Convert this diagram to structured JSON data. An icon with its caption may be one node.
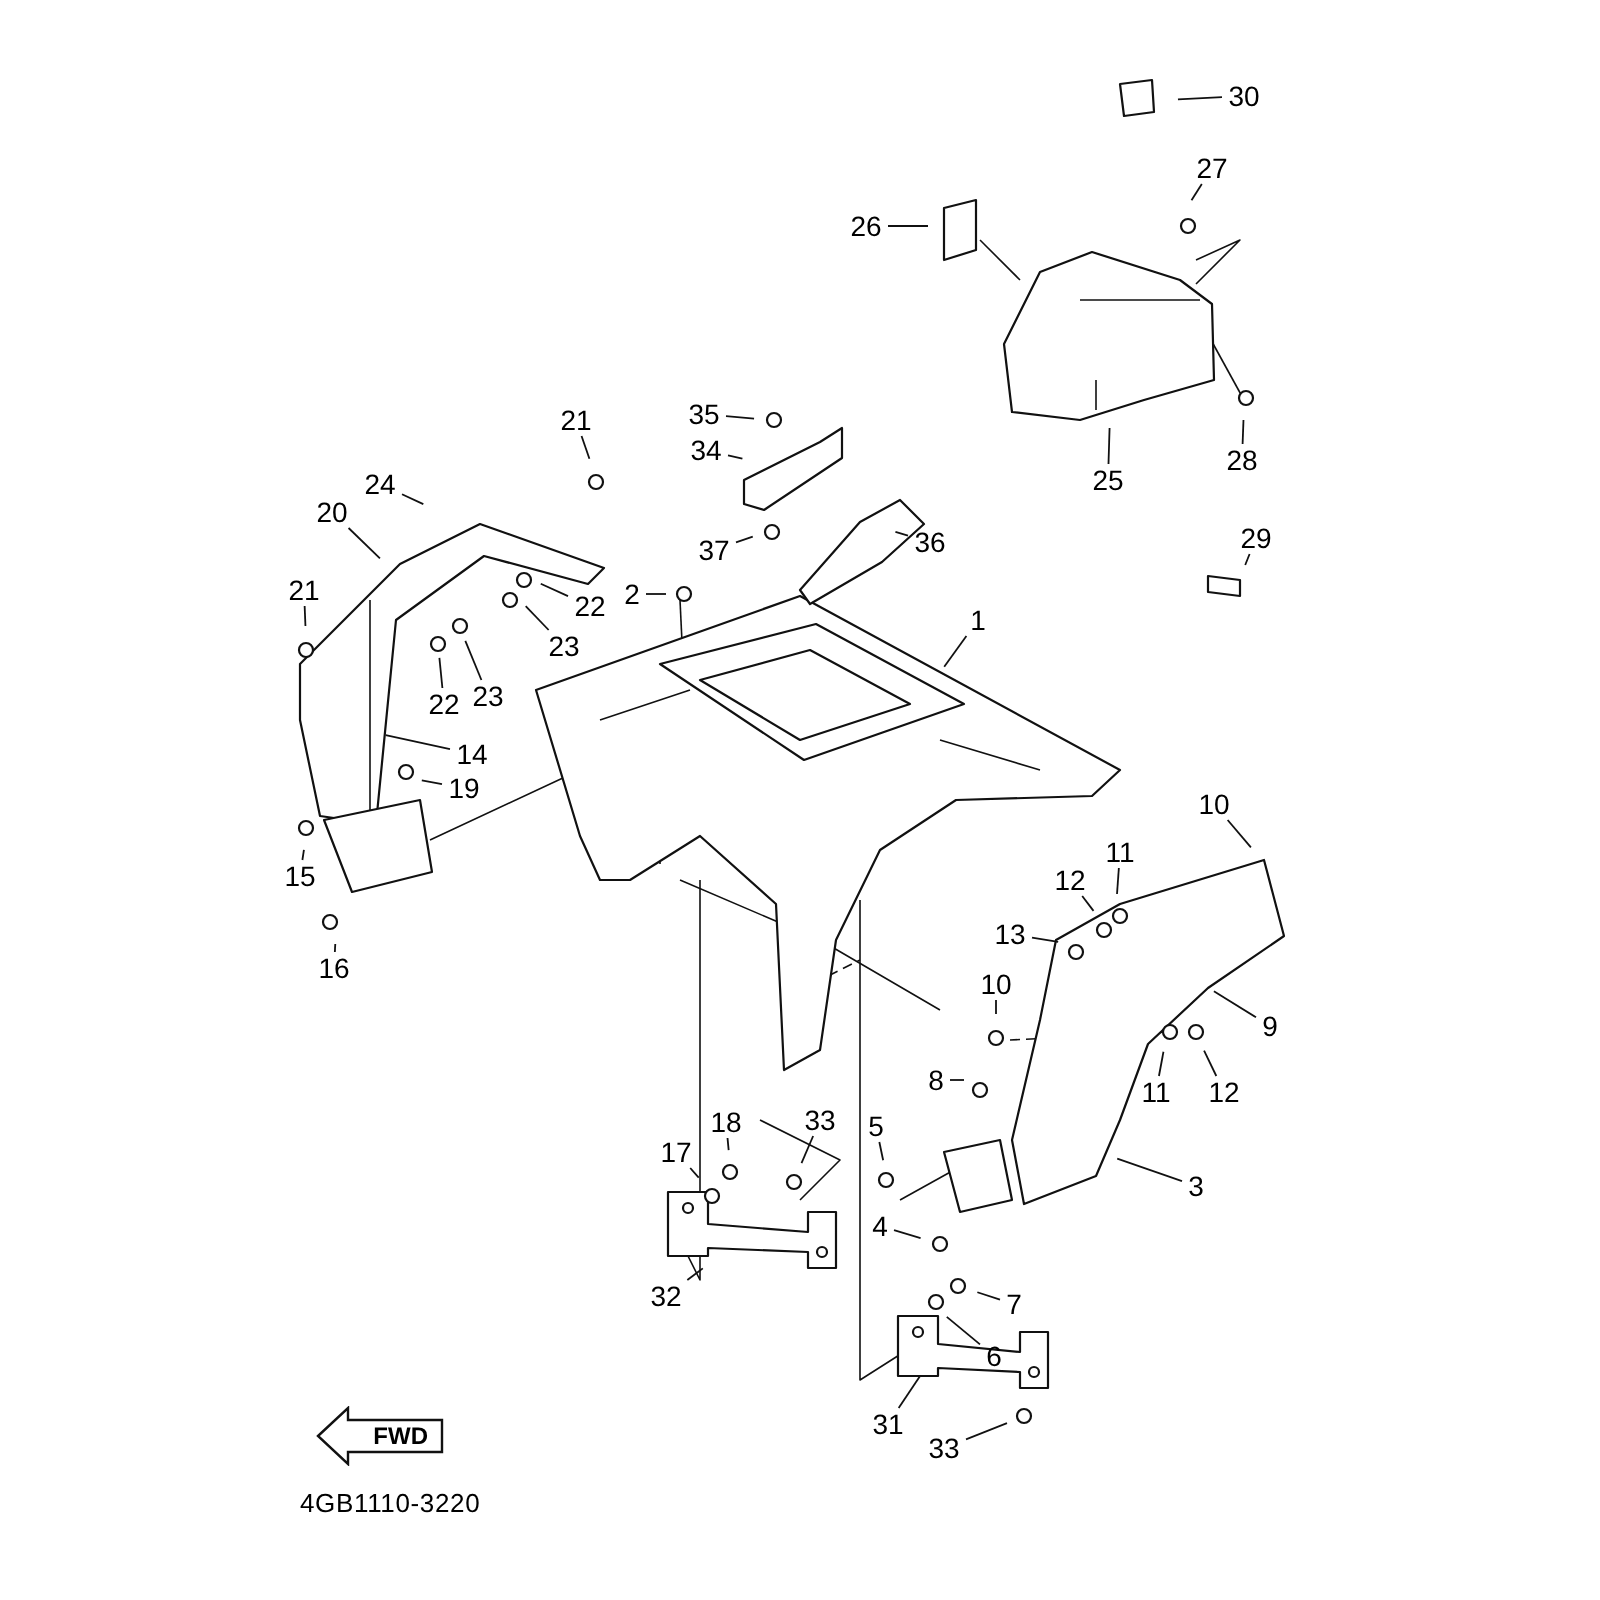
{
  "diagram": {
    "nodes": [
      {
        "text": [
          "30"
        ]
      },
      {
        "text": [
          "27"
        ]
      },
      {
        "text": [
          "26"
        ]
      },
      {
        "text": [
          "21"
        ]
      },
      {
        "text": [
          "35"
        ]
      },
      {
        "text": [
          "34"
        ]
      },
      {
        "text": [
          "25"
        ]
      },
      {
        "text": [
          "28"
        ]
      },
      {
        "text": [
          "24"
        ]
      },
      {
        "text": [
          "20"
        ]
      },
      {
        "text": [
          "29"
        ]
      },
      {
        "text": [
          "37"
        ]
      },
      {
        "text": [
          "36"
        ]
      },
      {
        "text": [
          "21"
        ]
      },
      {
        "text": [
          "2"
        ]
      },
      {
        "text": [
          "22"
        ]
      },
      {
        "text": [
          "1"
        ]
      },
      {
        "text": [
          "23"
        ]
      },
      {
        "text": [
          "23"
        ]
      },
      {
        "text": [
          "22"
        ]
      },
      {
        "text": [
          "14"
        ]
      },
      {
        "text": [
          "19"
        ]
      },
      {
        "text": [
          "10"
        ]
      },
      {
        "text": [
          "11"
        ]
      },
      {
        "text": [
          "12"
        ]
      },
      {
        "text": [
          "15"
        ]
      },
      {
        "text": [
          "13"
        ]
      },
      {
        "text": [
          "16"
        ]
      },
      {
        "text": [
          "10"
        ]
      },
      {
        "text": [
          "9"
        ]
      },
      {
        "text": [
          "8"
        ]
      },
      {
        "text": [
          "11"
        ]
      },
      {
        "text": [
          "12"
        ]
      },
      {
        "text": [
          "33"
        ]
      },
      {
        "text": [
          "18"
        ]
      },
      {
        "text": [
          "5"
        ]
      },
      {
        "text": [
          "17"
        ]
      },
      {
        "text": [
          "3"
        ]
      },
      {
        "text": [
          "4"
        ]
      },
      {
        "text": [
          "32"
        ]
      },
      {
        "text": [
          "7"
        ]
      },
      {
        "text": [
          "6"
        ]
      },
      {
        "text": [
          "31"
        ]
      },
      {
        "text": [
          "33"
        ]
      },
      {
        "text": [
          "FWD"
        ]
      }
    ],
    "edges": [
      {
        "from": 0,
        "to": null,
        "arrow": "none"
      },
      {
        "from": 1,
        "to": null,
        "arrow": "none"
      },
      {
        "from": 2,
        "to": null,
        "arrow": "none"
      },
      {
        "from": 3,
        "to": null,
        "arrow": "none"
      },
      {
        "from": 4,
        "to": null,
        "arrow": "none"
      },
      {
        "from": 5,
        "to": null,
        "arrow": "none"
      },
      {
        "from": 6,
        "to": null,
        "arrow": "none"
      },
      {
        "from": 7,
        "to": null,
        "arrow": "none"
      },
      {
        "from": 8,
        "to": null,
        "arrow": "none"
      },
      {
        "from": 9,
        "to": null,
        "arrow": "none"
      },
      {
        "from": 10,
        "to": null,
        "arrow": "none"
      },
      {
        "from": 11,
        "to": null,
        "arrow": "none"
      },
      {
        "from": 12,
        "to": null,
        "arrow": "none"
      },
      {
        "from": 13,
        "to": null,
        "arrow": "none"
      },
      {
        "from": 14,
        "to": null,
        "arrow": "none"
      },
      {
        "from": 15,
        "to": null,
        "arrow": "none"
      },
      {
        "from": 16,
        "to": null,
        "arrow": "none"
      },
      {
        "from": 17,
        "to": null,
        "arrow": "none"
      },
      {
        "from": 18,
        "to": null,
        "arrow": "none"
      },
      {
        "from": 19,
        "to": null,
        "arrow": "none"
      },
      {
        "from": 20,
        "to": null,
        "arrow": "none"
      },
      {
        "from": 21,
        "to": null,
        "arrow": "none"
      },
      {
        "from": 22,
        "to": null,
        "arrow": "none"
      },
      {
        "from": 23,
        "to": null,
        "arrow": "none"
      },
      {
        "from": 24,
        "to": null,
        "arrow": "none"
      },
      {
        "from": 25,
        "to": null,
        "arrow": "none"
      },
      {
        "from": 26,
        "to": null,
        "arrow": "none"
      },
      {
        "from": 27,
        "to": null,
        "arrow": "none"
      },
      {
        "from": 28,
        "to": null,
        "arrow": "none"
      },
      {
        "from": 29,
        "to": null,
        "arrow": "none"
      },
      {
        "from": 30,
        "to": null,
        "arrow": "none"
      },
      {
        "from": 31,
        "to": null,
        "arrow": "none"
      },
      {
        "from": 32,
        "to": null,
        "arrow": "none"
      },
      {
        "from": 33,
        "to": null,
        "arrow": "none"
      },
      {
        "from": 34,
        "to": null,
        "arrow": "none"
      },
      {
        "from": 35,
        "to": null,
        "arrow": "none"
      },
      {
        "from": 36,
        "to": null,
        "arrow": "none"
      },
      {
        "from": 37,
        "to": null,
        "arrow": "none"
      },
      {
        "from": 38,
        "to": null,
        "arrow": "none"
      },
      {
        "from": 39,
        "to": null,
        "arrow": "none"
      },
      {
        "from": 40,
        "to": null,
        "arrow": "none"
      },
      {
        "from": 41,
        "to": null,
        "arrow": "none"
      },
      {
        "from": 42,
        "to": null,
        "arrow": "none"
      },
      {
        "from": 43,
        "to": null,
        "arrow": "none"
      }
    ],
    "labels": [
      "4GB1110-3220"
    ]
  }
}
